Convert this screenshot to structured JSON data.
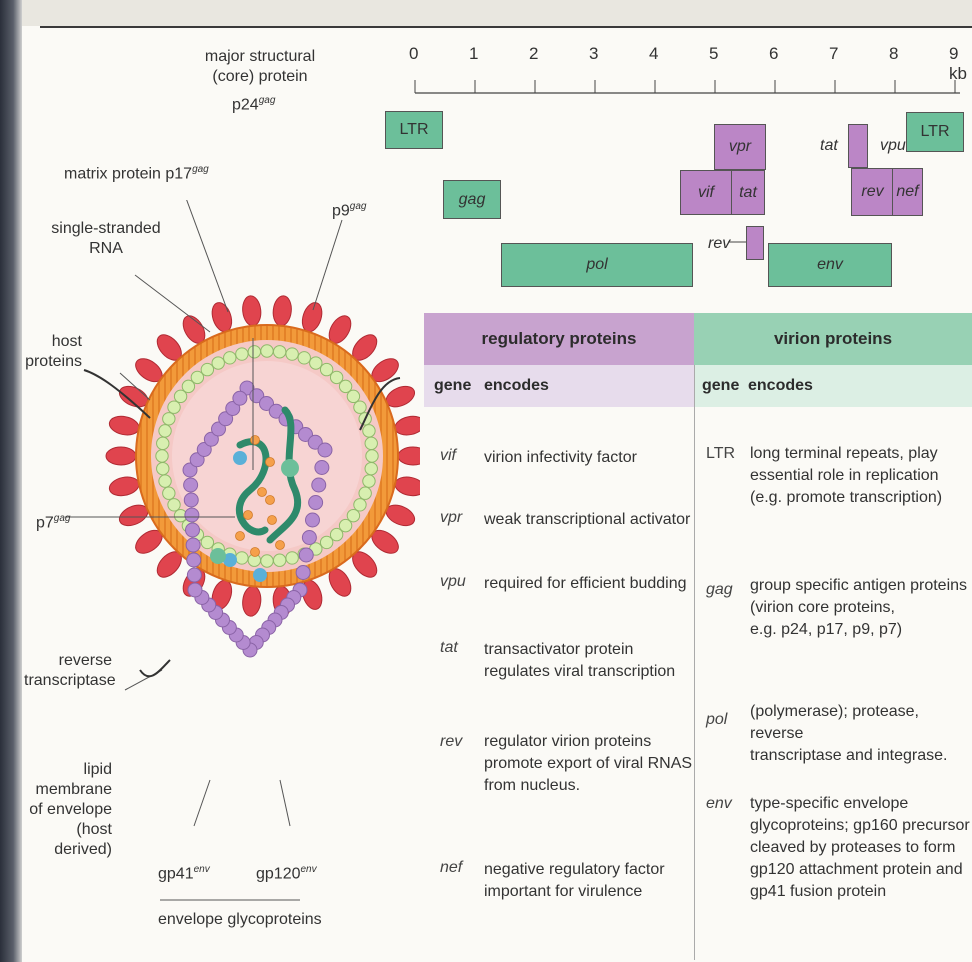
{
  "scale": {
    "ticks": [
      "0",
      "1",
      "2",
      "3",
      "4",
      "5",
      "6",
      "7",
      "8",
      "9 kb"
    ]
  },
  "genome": {
    "ltr_left": "LTR",
    "gag": "gag",
    "pol": "pol",
    "vif": "vif",
    "vpr": "vpr",
    "tat": "tat",
    "rev": "rev",
    "env": "env",
    "nef": "nef",
    "tat_label": "tat",
    "vpu_label": "vpu",
    "rev_label": "rev",
    "ltr_right": "LTR"
  },
  "virion": {
    "core_protein": "major structural\n(core) protein",
    "p24": "p24",
    "p24_sup": "gag",
    "matrix": "matrix protein p17",
    "matrix_sup": "gag",
    "p9": "p9",
    "p9_sup": "gag",
    "ssrna": "single-stranded\nRNA",
    "host_proteins": "host\nproteins",
    "p7": "p7",
    "p7_sup": "gag",
    "rt": "reverse\ntranscriptase",
    "lipid": "lipid\nmembrane\nof envelope\n(host\nderived)",
    "gp41": "gp41",
    "gp41_sup": "env",
    "gp120": "gp120",
    "gp120_sup": "env",
    "envelope_gp": "envelope glycoproteins"
  },
  "table": {
    "regulatory_header": "regulatory proteins",
    "virion_header": "virion proteins",
    "col_gene": "gene",
    "col_encodes": "encodes",
    "regulatory": [
      {
        "gene": "vif",
        "encodes": "virion infectivity factor"
      },
      {
        "gene": "vpr",
        "encodes": "weak transcriptional activator"
      },
      {
        "gene": "vpu",
        "encodes": "required for efficient budding"
      },
      {
        "gene": "tat",
        "encodes": "transactivator protein\nregulates viral transcription"
      },
      {
        "gene": "rev",
        "encodes": "regulator virion proteins\npromote export of viral RNAS\nfrom nucleus."
      },
      {
        "gene": "nef",
        "encodes": "negative regulatory factor\nimportant for virulence"
      }
    ],
    "virion": [
      {
        "gene": "LTR",
        "encodes": "long terminal repeats, play\nessential role in replication\n(e.g. promote transcription)"
      },
      {
        "gene": "gag",
        "encodes": "group specific antigen proteins\n(virion core proteins,\ne.g. p24, p17, p9, p7)"
      },
      {
        "gene": "pol",
        "encodes": "(polymerase); protease, reverse\ntranscriptase and integrase."
      },
      {
        "gene": "env",
        "encodes": "type-specific envelope\nglycoproteins; gp160 precursor\ncleaved by proteases to form\ngp120 attachment protein and\ngp41 fusion protein"
      }
    ]
  },
  "colors": {
    "green": "#6cbf9a",
    "purple": "#bb86c6",
    "envelope": "#f29a3a",
    "spike": "#e0444e",
    "matrix": "#c9e6a0",
    "core": "#b48bd0"
  }
}
